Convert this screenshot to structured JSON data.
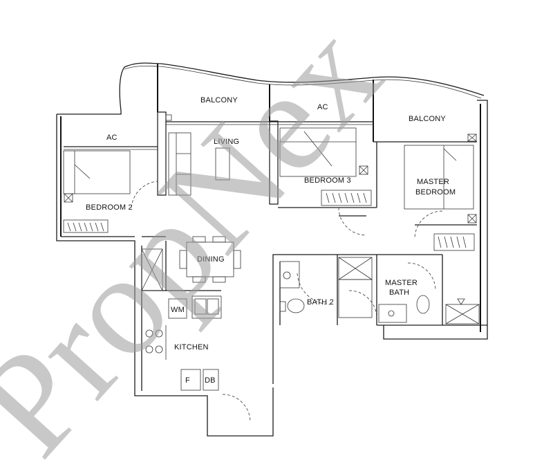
{
  "rooms": {
    "balcony_1": "BALCONY",
    "ac_1": "AC",
    "living": "LIVING",
    "ac_2": "AC",
    "balcony_2": "BALCONY",
    "bedroom_2": "BEDROOM 2",
    "bedroom_3": "BEDROOM 3",
    "master_bedroom_line1": "MASTER",
    "master_bedroom_line2": "BEDROOM",
    "dining": "DINING",
    "bath_2": "BATH 2",
    "master_bath_line1": "MASTER",
    "master_bath_line2": "BATH",
    "kitchen": "KITCHEN"
  },
  "fixtures": {
    "washing_machine": "WM",
    "fridge": "F",
    "distribution_board": "DB"
  },
  "watermark": "PropNex"
}
